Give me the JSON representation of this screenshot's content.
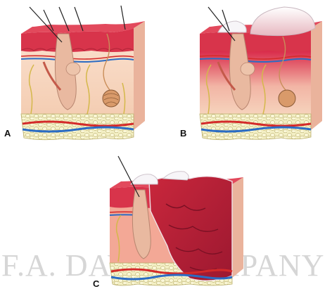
{
  "figure": {
    "panels": [
      {
        "id": "A",
        "label": "A"
      },
      {
        "id": "B",
        "label": "B"
      },
      {
        "id": "C",
        "label": "C"
      }
    ],
    "watermark": "F.A. DAVIS COMPANY"
  },
  "colors": {
    "epidermis": "#d9334a",
    "dermis": "#f6d0b8",
    "dermis_burn": "#d8474f",
    "fat": "#f3efc4",
    "artery": "#d42a2a",
    "vein": "#2b6cc4",
    "nerve": "#d4b84a",
    "follicle": "#e9b9a0",
    "blister": "#f1f1f4",
    "eschar": "#b21e34"
  },
  "icons": [
    "hair-icon",
    "sweat-gland-icon",
    "blood-vessel-icon",
    "blister-icon",
    "nerve-icon"
  ]
}
